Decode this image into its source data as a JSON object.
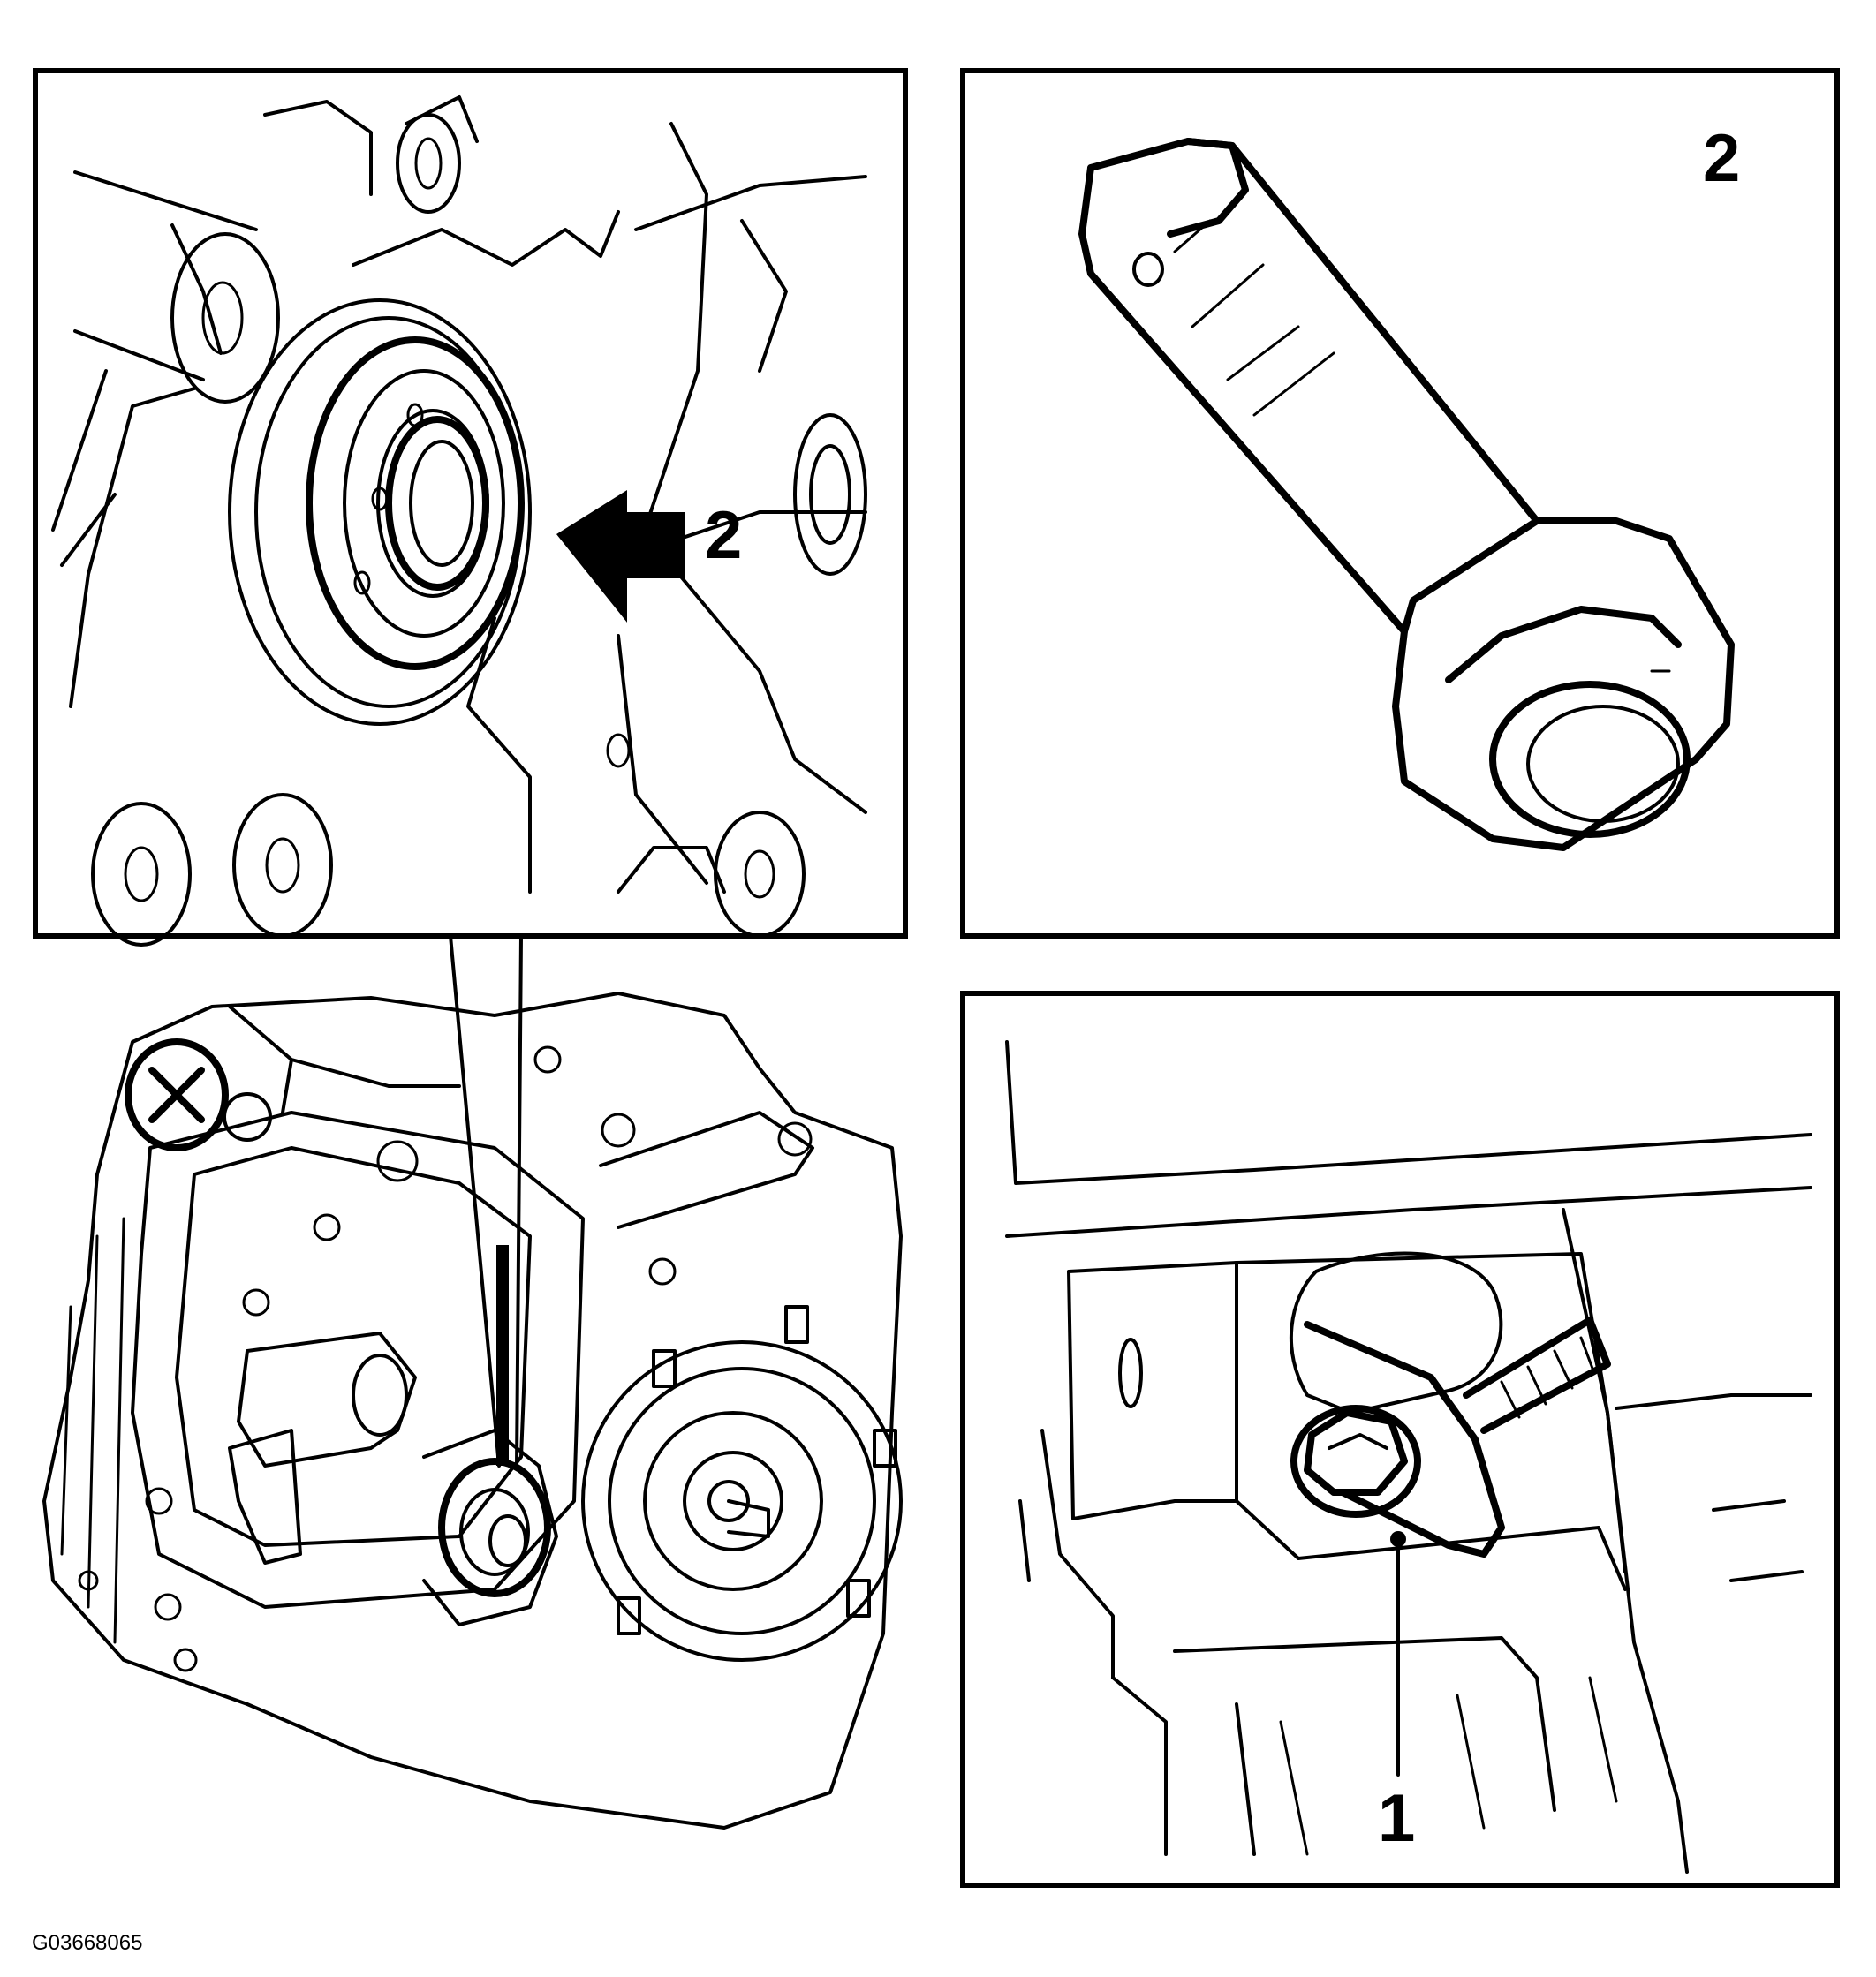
{
  "figure_id": "G03668065",
  "panels": {
    "detail_seal": {
      "callout": "2"
    },
    "bolt": {
      "callout": "2"
    },
    "transmission": {
      "callout": ""
    },
    "mount": {
      "callout": "1"
    }
  },
  "colors": {
    "line": "#000000",
    "background": "#ffffff"
  }
}
